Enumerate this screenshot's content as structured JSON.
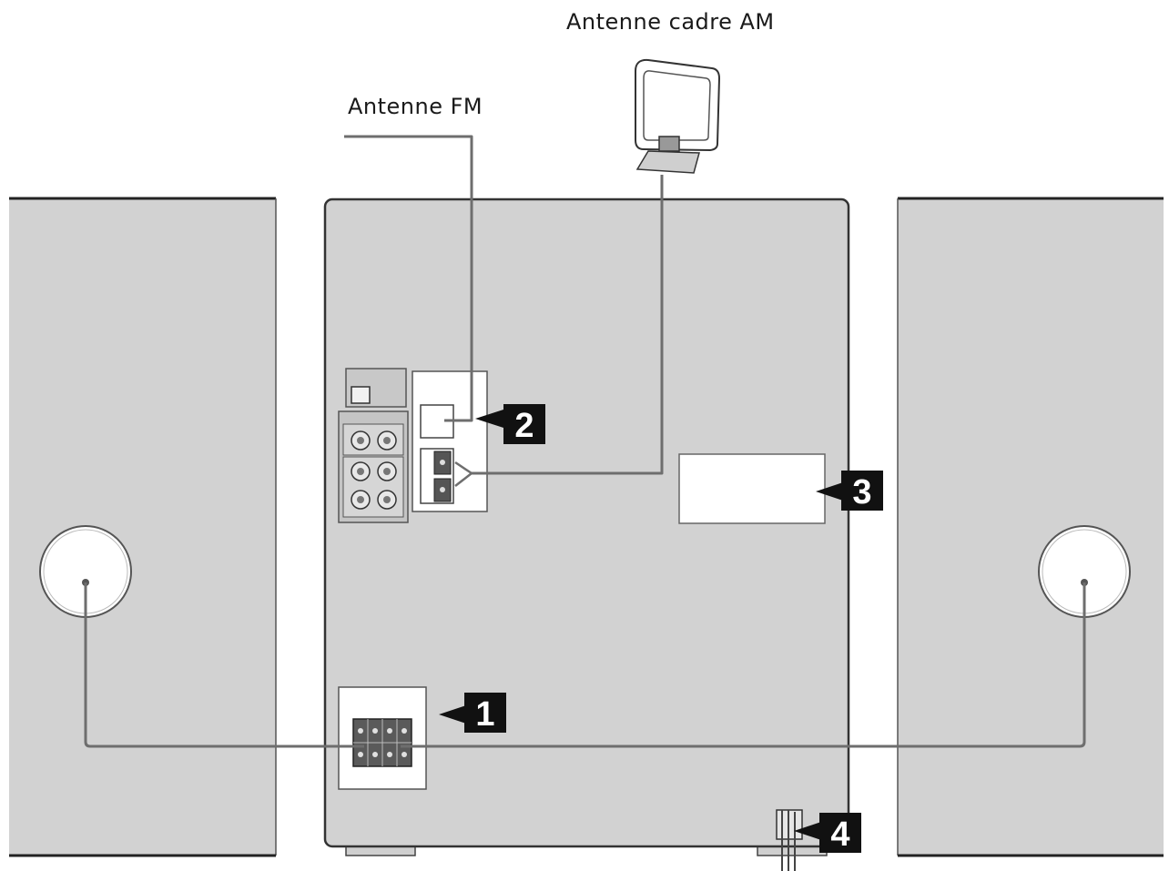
{
  "labels": {
    "am_antenna": "Antenne cadre AM",
    "fm_antenna": "Antenne FM"
  },
  "callouts": {
    "speaker_terminal": "1",
    "antenna_terminal": "2",
    "rating_label": "3",
    "power_cord": "4"
  },
  "colors": {
    "panel": "#d2d2d2",
    "outline": "#3a3a3a",
    "cable": "#6e6e6e",
    "badge": "#111111"
  }
}
